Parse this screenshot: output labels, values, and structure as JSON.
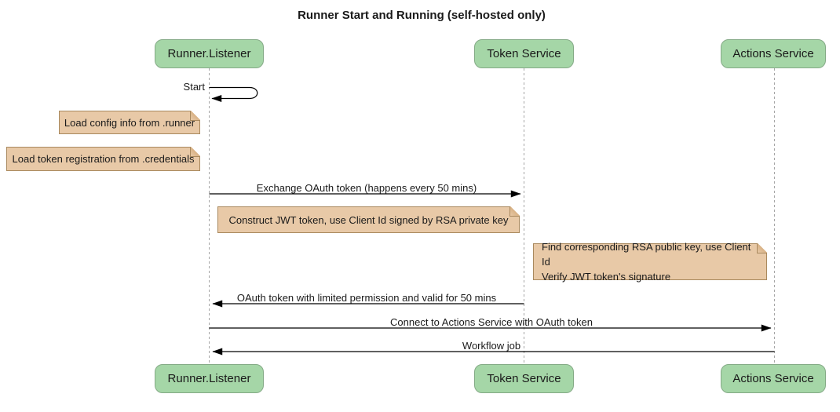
{
  "title": "Runner Start and Running (self-hosted only)",
  "participants": [
    {
      "name": "Runner.Listener"
    },
    {
      "name": "Token Service"
    },
    {
      "name": "Actions Service"
    }
  ],
  "messages": {
    "self_start": "Start",
    "exchange_oauth": "Exchange OAuth token (happens every 50 mins)",
    "oauth_return": "OAuth token with limited permission and valid for 50 mins",
    "connect_actions": "Connect to Actions Service with OAuth token",
    "workflow_job": "Workflow job"
  },
  "notes": {
    "load_config": "Load config info from .runner",
    "load_token_registration": "Load token registration from .credentials",
    "construct_jwt": "Construct JWT token, use Client Id signed by RSA private key",
    "find_rsa_line1": "Find corresponding RSA public key, use Client Id",
    "find_rsa_line2": "Verify JWT token's signature"
  },
  "colors": {
    "actor_fill": "#a5d6a7",
    "actor_border": "#84aa86",
    "note_fill": "#e8c9a7",
    "note_border": "#a9895e",
    "note_fold": "#d9b286",
    "lifeline": "#a6a6a6",
    "message": "#000000",
    "text": "#1a1a1a",
    "background": "#ffffff"
  }
}
